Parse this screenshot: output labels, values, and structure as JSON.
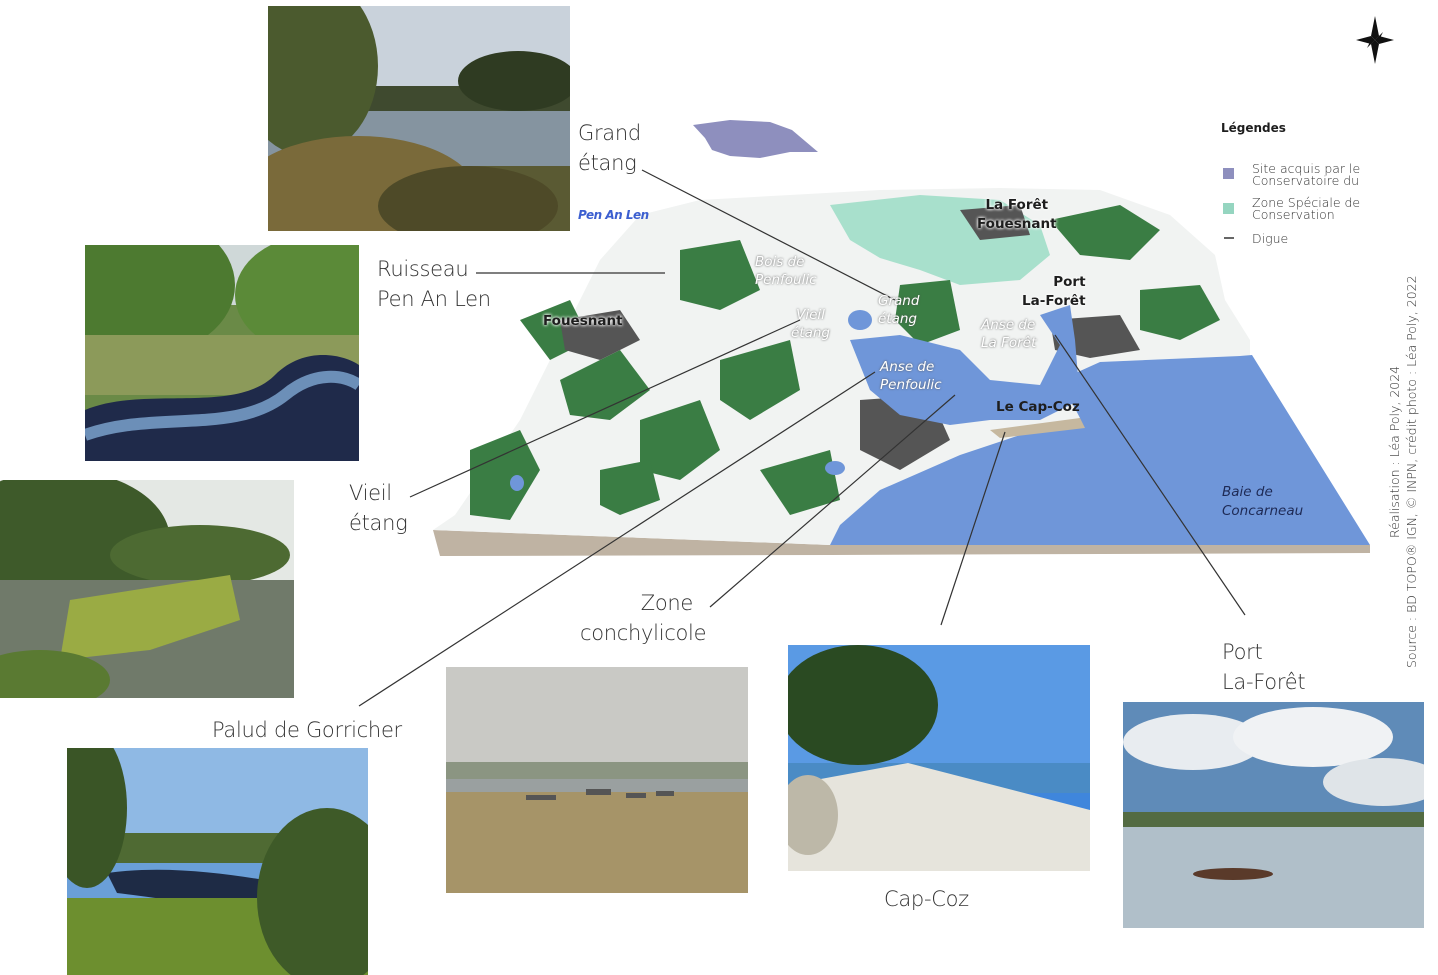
{
  "callouts": {
    "grand_etang": [
      "Grand",
      "étang"
    ],
    "ruisseau": [
      "Ruisseau",
      "Pen An Len"
    ],
    "vieil_etang": [
      "Vieil",
      "étang"
    ],
    "zone_conchylicole": [
      "Zone",
      "conchylicole"
    ],
    "palud": "Palud de Gorricher",
    "cap_coz": "Cap-Coz",
    "port_la_foret": [
      "Port",
      "La-Forêt"
    ]
  },
  "map_labels": {
    "pen_an_len": "Pen An Len",
    "la_foret_fouesnant": [
      "La Forêt",
      "Fouesnant"
    ],
    "port_la_foret": [
      "Port",
      "La-Forêt"
    ],
    "fouesnant": "Fouesnant",
    "bois_de_penfoulic": [
      "Bois de",
      "Penfoulic"
    ],
    "grand_etang": [
      "Grand",
      "étang"
    ],
    "vieil_etang": [
      "Vieil",
      "étang"
    ],
    "anse_de_la_foret": [
      "Anse de",
      "La Forêt"
    ],
    "anse_de_penfoulic": [
      "Anse de",
      "Penfoulic"
    ],
    "le_cap_coz": "Le Cap-Coz",
    "baie_de_concarneau": [
      "Baie de",
      "Concarneau"
    ]
  },
  "legend": {
    "title": "Légendes",
    "items": [
      {
        "label": [
          "Site acquis par le",
          "Conservatoire du"
        ],
        "color": "#8e8fbe"
      },
      {
        "label": [
          "Zone Spéciale de",
          "Conservation"
        ],
        "color": "#95d5c0"
      },
      {
        "label": [
          "Digue"
        ],
        "color": "#333333"
      }
    ]
  },
  "credits": [
    "Réalisation : Léa Poly, 2024",
    "Source : BD TOPO® IGN, © INPN, crédit photo : Léa Poly, 2022"
  ],
  "colors": {
    "sea": "#6f96d9",
    "forest": "#3a7d44",
    "zsc": "#a8e0cc",
    "base": "#bfb3a3",
    "conservatoire": "#8e8fbe"
  },
  "icons": {
    "north": "compass-rose-icon"
  }
}
